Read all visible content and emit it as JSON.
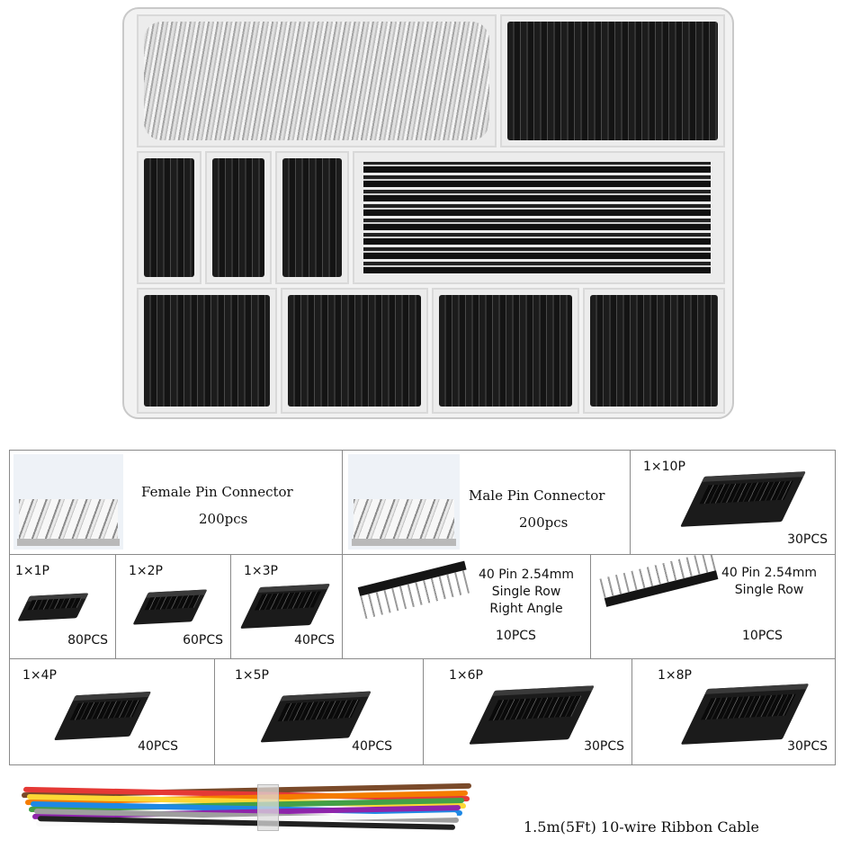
{
  "cells": {
    "female_pin": {
      "name": "Female Pin Connector",
      "count": "200pcs"
    },
    "male_pin": {
      "name": "Male Pin Connector",
      "count": "200pcs"
    },
    "p10": {
      "name": "1×10P",
      "count": "30PCS"
    },
    "p1": {
      "name": "1×1P",
      "count": "80PCS"
    },
    "p2": {
      "name": "1×2P",
      "count": "60PCS"
    },
    "p3": {
      "name": "1×3P",
      "count": "40PCS"
    },
    "header_ra": {
      "line1": "40 Pin 2.54mm",
      "line2": "Single Row",
      "line3": "Right Angle",
      "count": "10PCS"
    },
    "header_st": {
      "line1": "40 Pin 2.54mm",
      "line2": "Single Row",
      "count": "10PCS"
    },
    "p4": {
      "name": "1×4P",
      "count": "40PCS"
    },
    "p5": {
      "name": "1×5P",
      "count": "40PCS"
    },
    "p6": {
      "name": "1×6P",
      "count": "30PCS"
    },
    "p8": {
      "name": "1×8P",
      "count": "30PCS"
    }
  },
  "ribbon": {
    "label": "1.5m(5Ft) 10-wire Ribbon Cable",
    "colors": [
      "#7a4a2a",
      "#e53935",
      "#f57c00",
      "#fdd835",
      "#43a047",
      "#1e88e5",
      "#8e24aa",
      "#9e9e9e",
      "#fafafa",
      "#212121"
    ]
  }
}
